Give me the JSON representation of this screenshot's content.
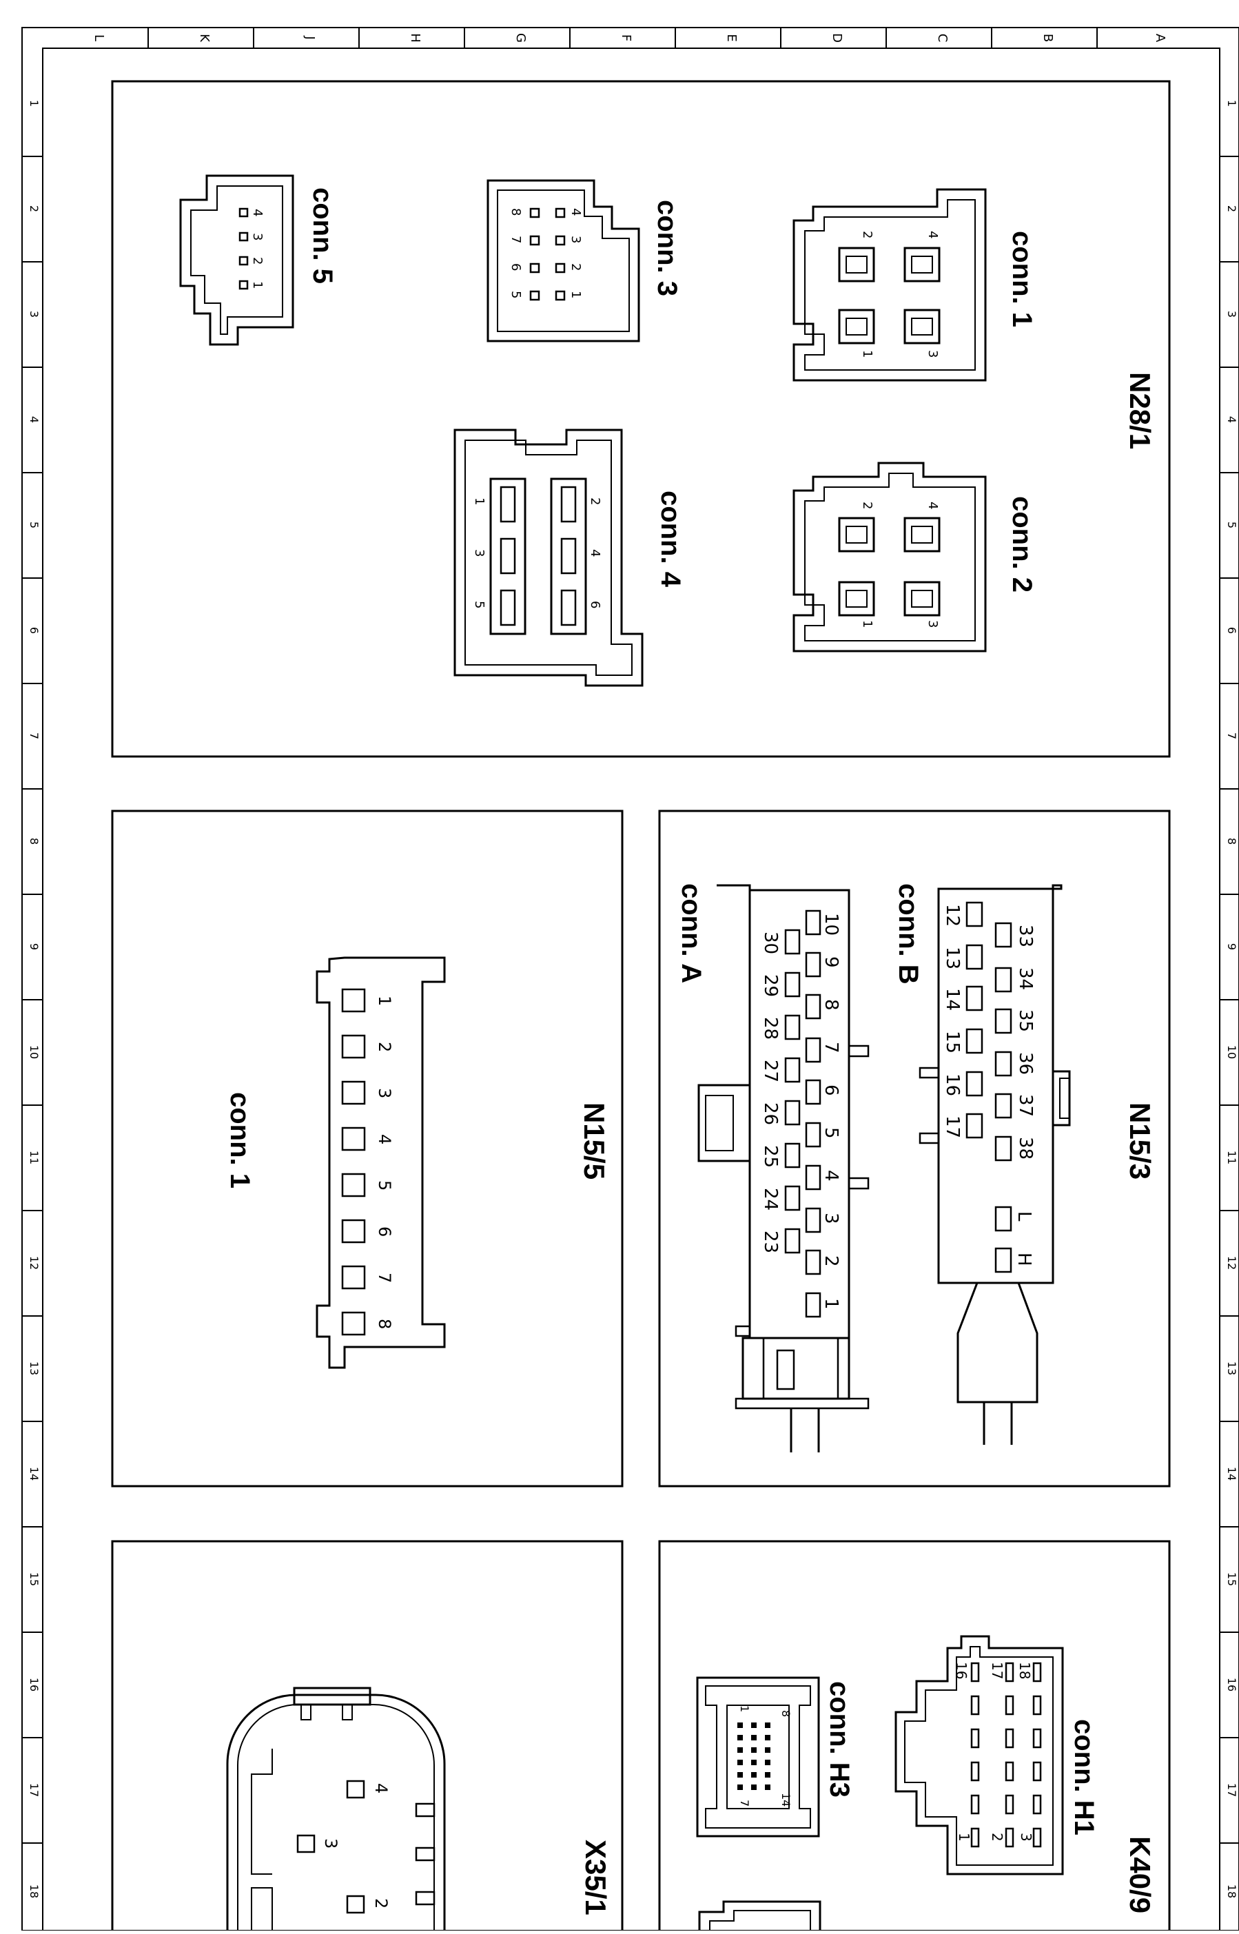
{
  "grid": {
    "columns": [
      "L",
      "K",
      "J",
      "H",
      "G",
      "F",
      "E",
      "D",
      "C",
      "B",
      "A"
    ],
    "rows": [
      "1",
      "2",
      "3",
      "4",
      "5",
      "6",
      "7",
      "8",
      "9",
      "10",
      "11",
      "12",
      "13",
      "14",
      "15",
      "16",
      "17",
      "18"
    ]
  },
  "panels": {
    "n28_1": {
      "title": "N28/1",
      "conn1": {
        "label": "conn. 1",
        "pins": [
          "4",
          "3",
          "2",
          "1"
        ]
      },
      "conn2": {
        "label": "conn. 2",
        "pins": [
          "4",
          "3",
          "2",
          "1"
        ]
      },
      "conn3": {
        "label": "conn. 3",
        "pins": [
          "4",
          "3",
          "2",
          "1",
          "8",
          "7",
          "6",
          "5"
        ]
      },
      "conn4": {
        "label": "conn. 4",
        "pins": [
          "2",
          "4",
          "6",
          "1",
          "3",
          "5"
        ]
      },
      "conn5": {
        "label": "conn. 5",
        "pins": [
          "4",
          "3",
          "2",
          "1"
        ]
      }
    },
    "n15_3": {
      "title": "N15/3",
      "connB": {
        "label": "conn. B",
        "top_pins": [
          "33",
          "34",
          "35",
          "36",
          "37",
          "38"
        ],
        "bottom_pins": [
          "12",
          "13",
          "14",
          "15",
          "16",
          "17"
        ],
        "lh_pins": [
          "L",
          "H"
        ]
      },
      "connA": {
        "label": "conn. A",
        "top_pins": [
          "10",
          "9",
          "8",
          "7",
          "6",
          "5",
          "4",
          "3",
          "2",
          "1"
        ],
        "bottom_pins": [
          "30",
          "29",
          "28",
          "27",
          "26",
          "25",
          "24",
          "23"
        ]
      }
    },
    "n15_5": {
      "title": "N15/5",
      "conn1": {
        "label": "conn. 1",
        "pins": [
          "1",
          "2",
          "3",
          "4",
          "5",
          "6",
          "7",
          "8"
        ]
      }
    },
    "k40_9": {
      "title": "K40/9",
      "connH1": {
        "label": "conn. H1",
        "top_pins": [
          "18",
          "17",
          "16"
        ],
        "bottom_pins": [
          "3",
          "2",
          "1"
        ]
      },
      "connH3": {
        "label": "conn. H3",
        "pins": [
          "8",
          "1",
          "14",
          "7"
        ]
      }
    },
    "x35_1": {
      "title": "X35/1",
      "pins": [
        "4",
        "3",
        "2"
      ]
    }
  }
}
